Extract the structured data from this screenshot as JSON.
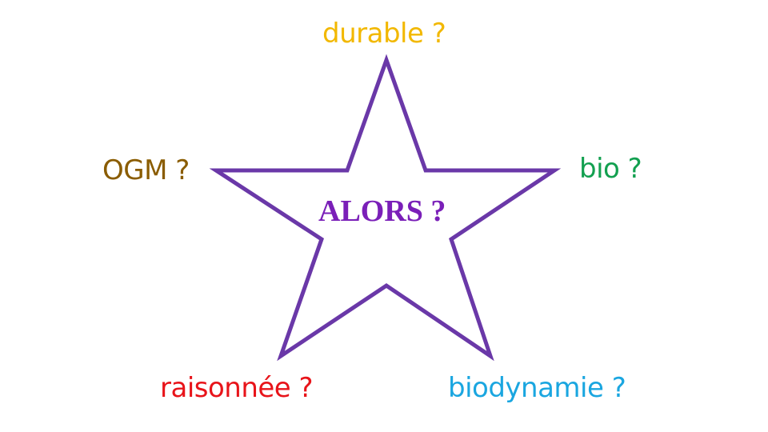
{
  "center": {
    "text": "ALORS ?",
    "color": "#7A1FB8"
  },
  "star": {
    "stroke_color": "#6A38A8"
  },
  "labels": {
    "top": {
      "text": "durable ?",
      "color": "#F2B800"
    },
    "left": {
      "text": "OGM ?",
      "color": "#8A5C00"
    },
    "right": {
      "text": "bio ?",
      "color": "#13A050"
    },
    "bottom_left": {
      "text": "raisonnée ?",
      "color": "#E8141A"
    },
    "bottom_right": {
      "text": "biodynamie ?",
      "color": "#1AA6E0"
    }
  }
}
